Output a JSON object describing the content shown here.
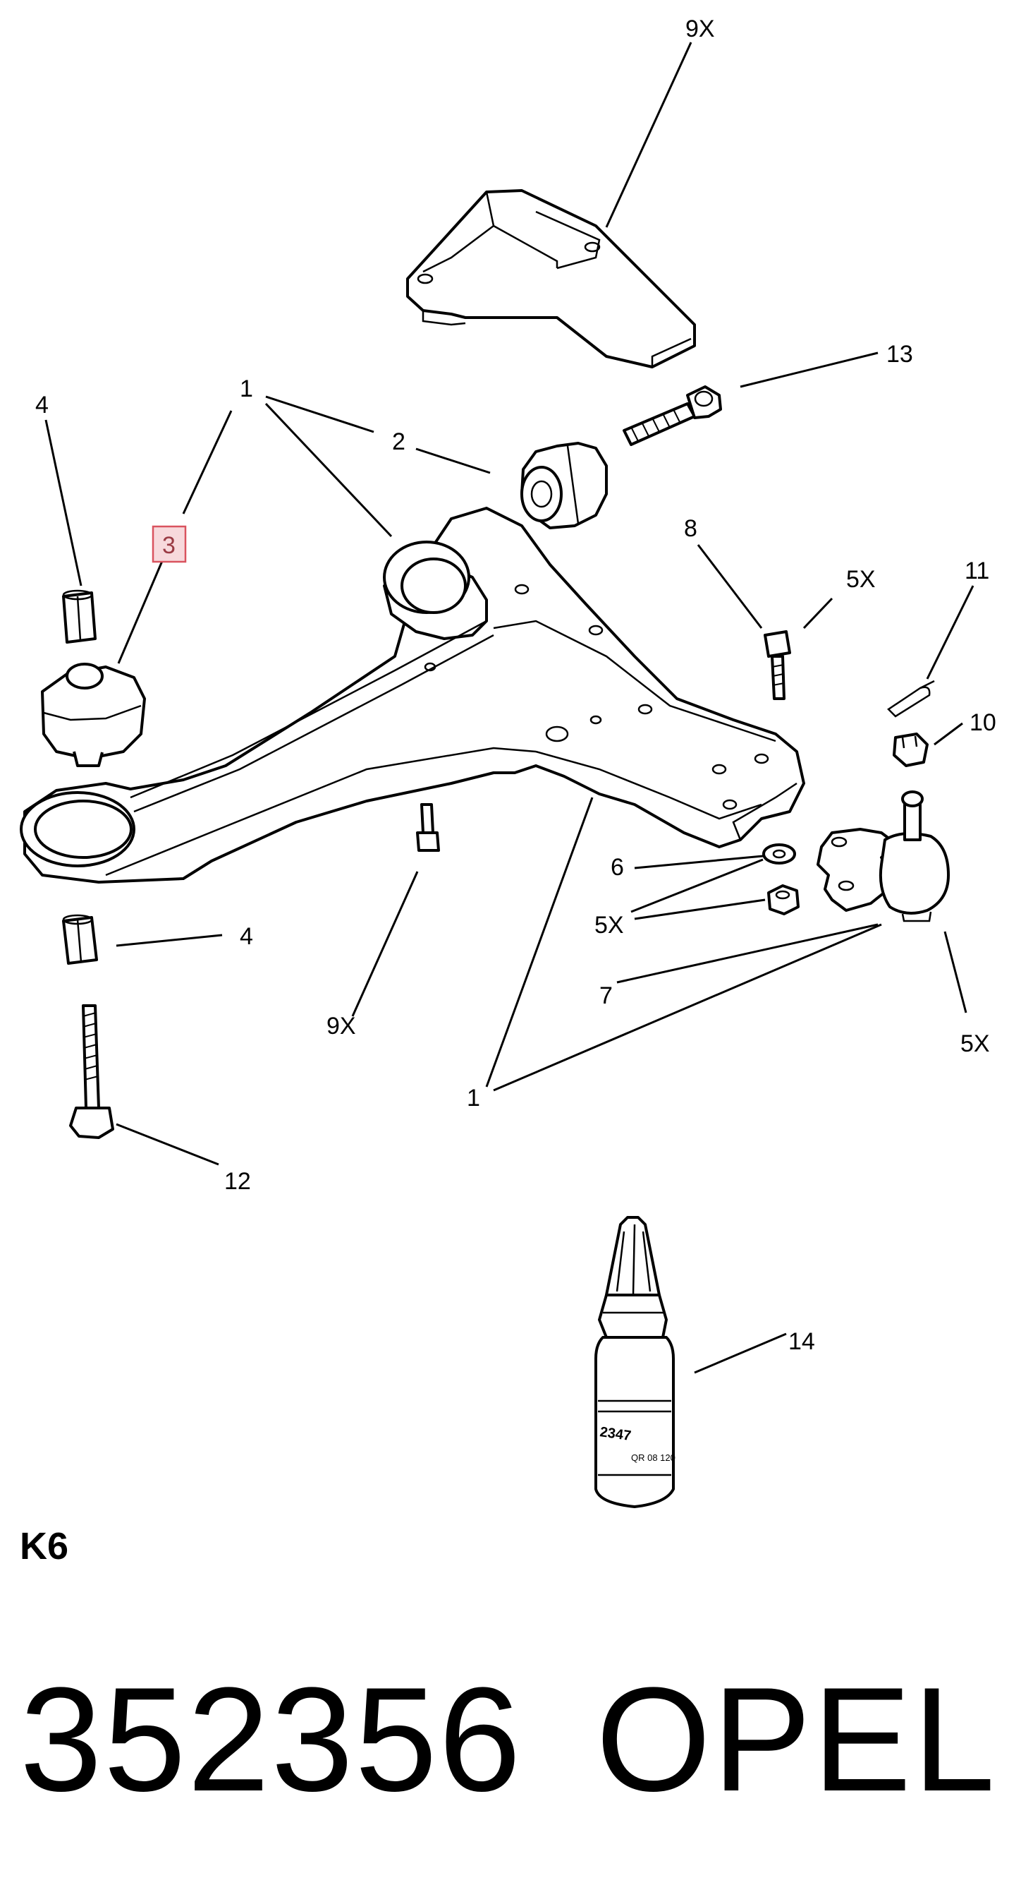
{
  "callouts": {
    "c9x_top": "9X",
    "c13": "13",
    "c1_top": "1",
    "c2": "2",
    "c4_top": "4",
    "c3": "3",
    "c8": "8",
    "c5x_a": "5X",
    "c11": "11",
    "c10": "10",
    "c6": "6",
    "c5x_b": "5X",
    "c7": "7",
    "c5x_c": "5X",
    "c4_bottom": "4",
    "c9x_bottom": "9X",
    "c1_bottom": "1",
    "c12": "12",
    "c14": "14"
  },
  "bottle_label": {
    "line1": "2347",
    "line2": "QR 08 120"
  },
  "footer": {
    "section": "K6",
    "part_number": "352356",
    "brand": "OPEL"
  },
  "colors": {
    "line": "#000000",
    "highlight_fill": "#f7d9dc",
    "highlight_border": "#d9535f"
  }
}
